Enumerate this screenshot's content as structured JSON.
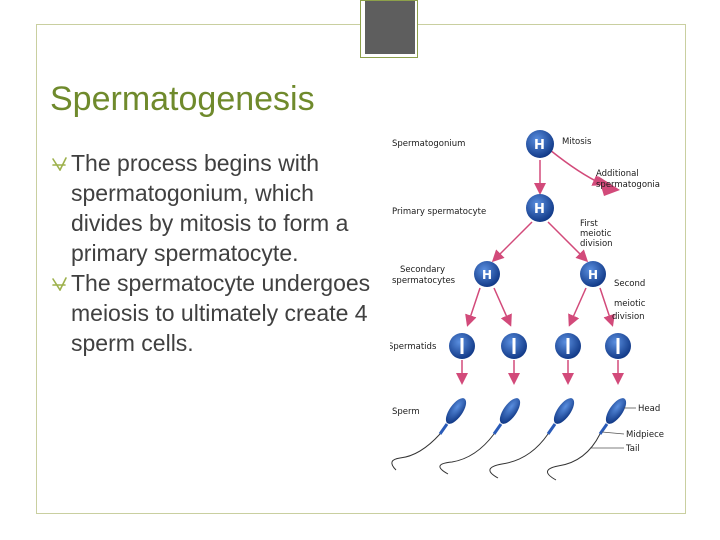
{
  "slide": {
    "title": "Spermatogenesis",
    "bullets": [
      "The process begins with spermatogonium, which divides by mitosis to form a primary spermatocyte.",
      "The spermatocyte undergoes meiosis to ultimately create 4 sperm cells."
    ]
  },
  "diagram": {
    "labels": {
      "spermatogonium": "Spermatogonium",
      "mitosis": "Mitosis",
      "additional_1": "Additional",
      "additional_2": "spermatogonia",
      "primary_spermatocyte": "Primary spermatocyte",
      "first_1": "First",
      "first_2": "meiotic",
      "first_3": "division",
      "secondary_1": "Secondary",
      "secondary_2": "spermatocytes",
      "second_1": "Second",
      "second_2": "meiotic",
      "second_3": "division",
      "spermatids": "Spermatids",
      "sperm": "Sperm",
      "head": "Head",
      "midpiece": "Midpiece",
      "tail": "Tail"
    }
  },
  "colors": {
    "title": "#6f8a2c",
    "body_text": "#404040",
    "accent_green": "#9db14c",
    "cell_blue": "#1d4fa8",
    "arrow_pink": "#d24a7a"
  }
}
